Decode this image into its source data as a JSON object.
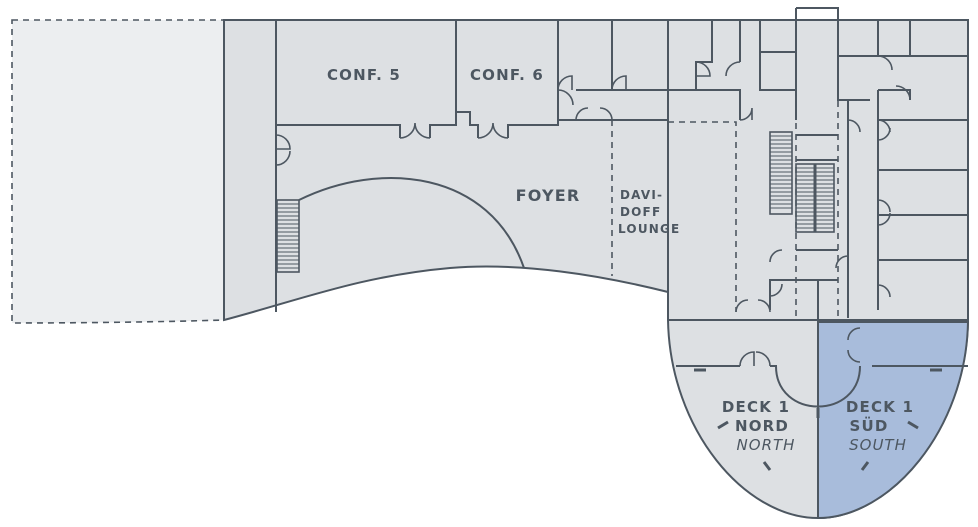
{
  "rooms": {
    "conf5": {
      "label": "CONF. 5"
    },
    "conf6": {
      "label": "CONF. 6"
    },
    "foyer": {
      "label": "FOYER"
    },
    "davidoff": {
      "line1": "DAVI-",
      "line2": "DOFF",
      "line3": "LOUNGE"
    },
    "deck_nord": {
      "line1": "DECK 1",
      "line2": "NORD",
      "line3": "NORTH"
    },
    "deck_sud": {
      "line1": "DECK 1",
      "line2": "SÜD",
      "line3": "SOUTH",
      "highlighted": true
    }
  },
  "colors": {
    "floor": "#dde0e3",
    "outside": "#eceef0",
    "wall": "#4d5761",
    "highlight": "#a8bcdb",
    "background": "#ffffff"
  }
}
